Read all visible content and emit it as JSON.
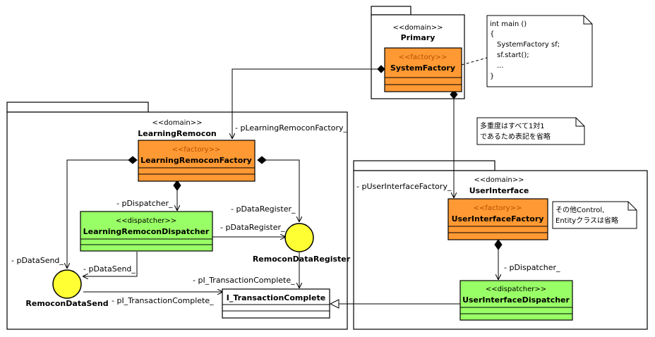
{
  "colors": {
    "factory": "#ff9933",
    "dispatcher": "#99ff66",
    "interface_circle": "#ffff33",
    "line": "#000000"
  },
  "packages": {
    "primary": {
      "stereotype": "<<domain>>",
      "name": "Primary"
    },
    "learning": {
      "stereotype": "<<domain>>",
      "name": "LearningRemocon"
    },
    "ui": {
      "stereotype": "<<domain>>",
      "name": "UserInterface"
    }
  },
  "classes": {
    "system_factory": {
      "stereotype": "<<factory>>",
      "name": "SystemFactory"
    },
    "learning_factory": {
      "stereotype": "<<factory>>",
      "name": "LearningRemoconFactory"
    },
    "learning_dispatcher": {
      "stereotype": "<<dispatcher>>",
      "name": "LearningRemoconDispatcher"
    },
    "ui_factory": {
      "stereotype": "<<factory>>",
      "name": "UserInterfaceFactory"
    },
    "ui_dispatcher": {
      "stereotype": "<<dispatcher>>",
      "name": "UserInterfaceDispatcher"
    },
    "i_transaction": {
      "name": "I_TransactionComplete"
    }
  },
  "interfaces": {
    "data_register": "RemoconDataRegister",
    "data_send": "RemoconDataSend"
  },
  "roles": {
    "p_learning_factory": "- pLearningRemoconFactory_",
    "p_ui_factory": "- pUserInterfaceFactory_",
    "p_dispatcher_left": "- pDispatcher_",
    "p_data_register_top": "- pDataRegister_",
    "p_data_register_mid": "- pDataRegister_",
    "p_data_send_left": "- pDataSend_",
    "p_data_send_mid": "- pDataSend_",
    "p_transaction_top": "- pI_TransactionComplete_",
    "p_transaction_bottom": "- pI_TransactionComplete_",
    "p_dispatcher_ui": "- pDispatcher_"
  },
  "notes": {
    "code_lines": [
      "int main ()",
      "{",
      "SystemFactory sf;",
      "sf.start();",
      "...",
      "}"
    ],
    "multiplicity_lines": [
      "多重度はすべて1対1",
      "であるため表記を省略"
    ],
    "others_lines": [
      "その他Control,",
      "Entityクラスは省略"
    ]
  }
}
